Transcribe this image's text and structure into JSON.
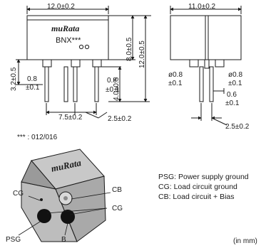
{
  "front_view": {
    "width_dim": "12.0±0.2",
    "brand": "muRata",
    "part_label": "BNX***",
    "height_inner_dim": "8.0±0.5",
    "height_total_dim": "12.0±0.5",
    "pin_height_dim": "3.2±0.5",
    "pin_width_left_top": "0.8",
    "pin_width_left_bot": "±0.1",
    "pin_width_right_top": "0.8",
    "pin_width_right_bot": "±0.1",
    "pin_length_dim": "4.0±0.5",
    "pitch_dim": "7.5±0.2",
    "pitch_small_dim": "2.5±0.2"
  },
  "side_view": {
    "width_dim": "11.0±0.2",
    "pin_dia_left_top": "ø0.8",
    "pin_dia_left_bot": "±0.1",
    "pin_dia_right_top": "ø0.8",
    "pin_dia_right_bot": "±0.1",
    "offset_top": "0.6",
    "offset_bot": "±0.1",
    "pitch_dim": "2.5±0.2"
  },
  "footnote": "*** : 012/016",
  "iso_view": {
    "brand": "muRata",
    "labels": {
      "cb_top": "CB",
      "cg_left": "CG",
      "cg_right": "CG",
      "psg": "PSG",
      "b": "B"
    }
  },
  "legend": [
    "PSG: Power supply ground",
    "CG: Load circuit ground",
    "CB: Load circuit + Bias"
  ],
  "units": "(in mm)"
}
